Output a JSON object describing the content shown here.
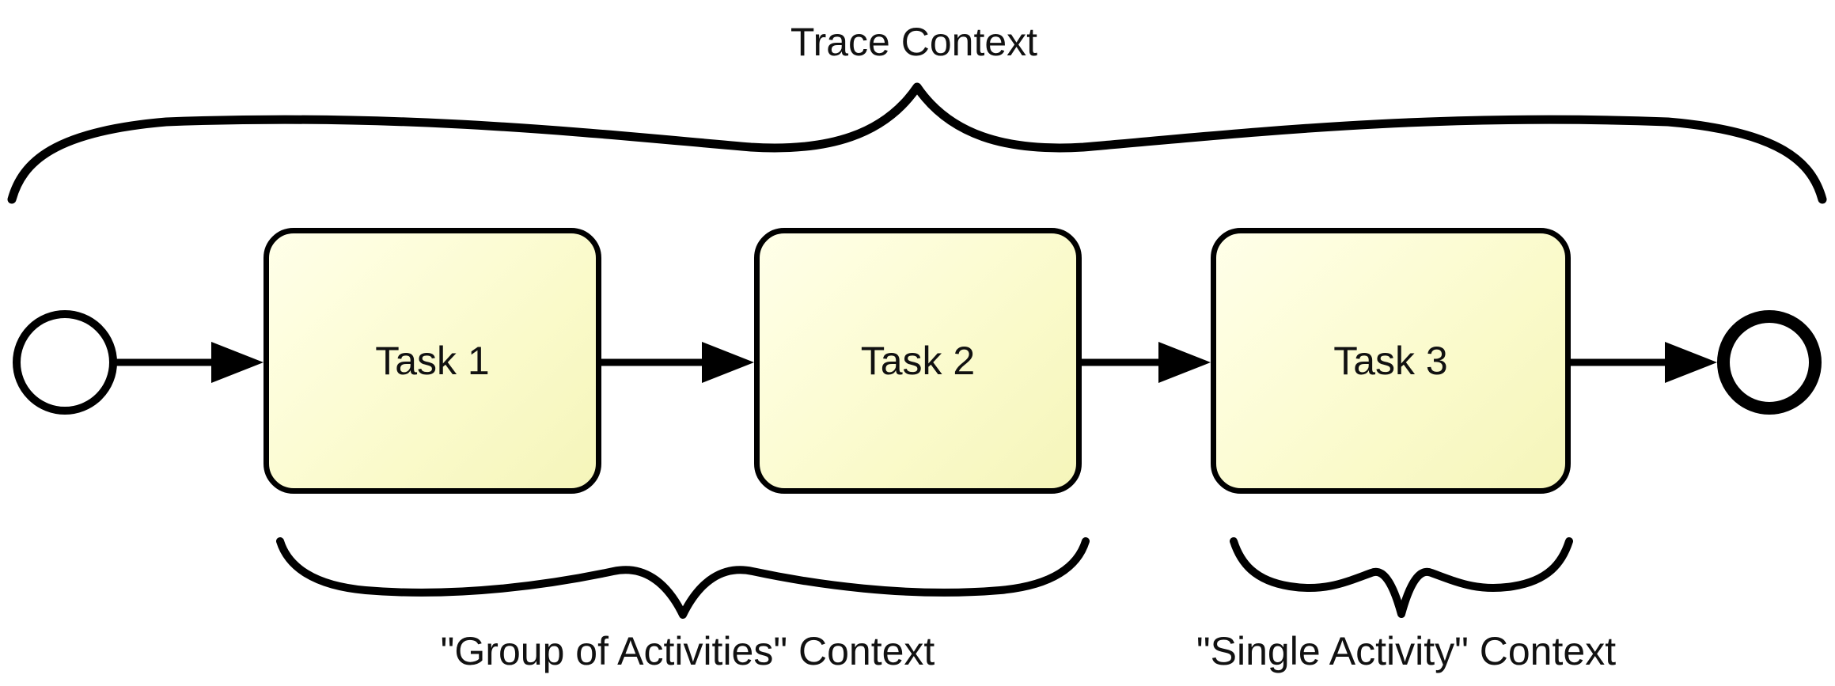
{
  "diagram_type": "BPMN-style process flow",
  "labels": {
    "trace_context": "Trace Context",
    "group_context": "\"Group of Activities\" Context",
    "single_context": "\"Single Activity\" Context"
  },
  "tasks": [
    {
      "label": "Task 1"
    },
    {
      "label": "Task 2"
    },
    {
      "label": "Task 3"
    }
  ],
  "events": {
    "start": "start-event-circle",
    "end": "end-event-circle"
  },
  "connections": [
    {
      "from": "start-event",
      "to": "Task 1"
    },
    {
      "from": "Task 1",
      "to": "Task 2"
    },
    {
      "from": "Task 2",
      "to": "Task 3"
    },
    {
      "from": "Task 3",
      "to": "end-event"
    }
  ],
  "colors": {
    "background": "#ffffff",
    "stroke": "#000000",
    "task_fill": "#fafaca",
    "task_fill_highlight": "#ffffe9",
    "text": "#111111"
  }
}
